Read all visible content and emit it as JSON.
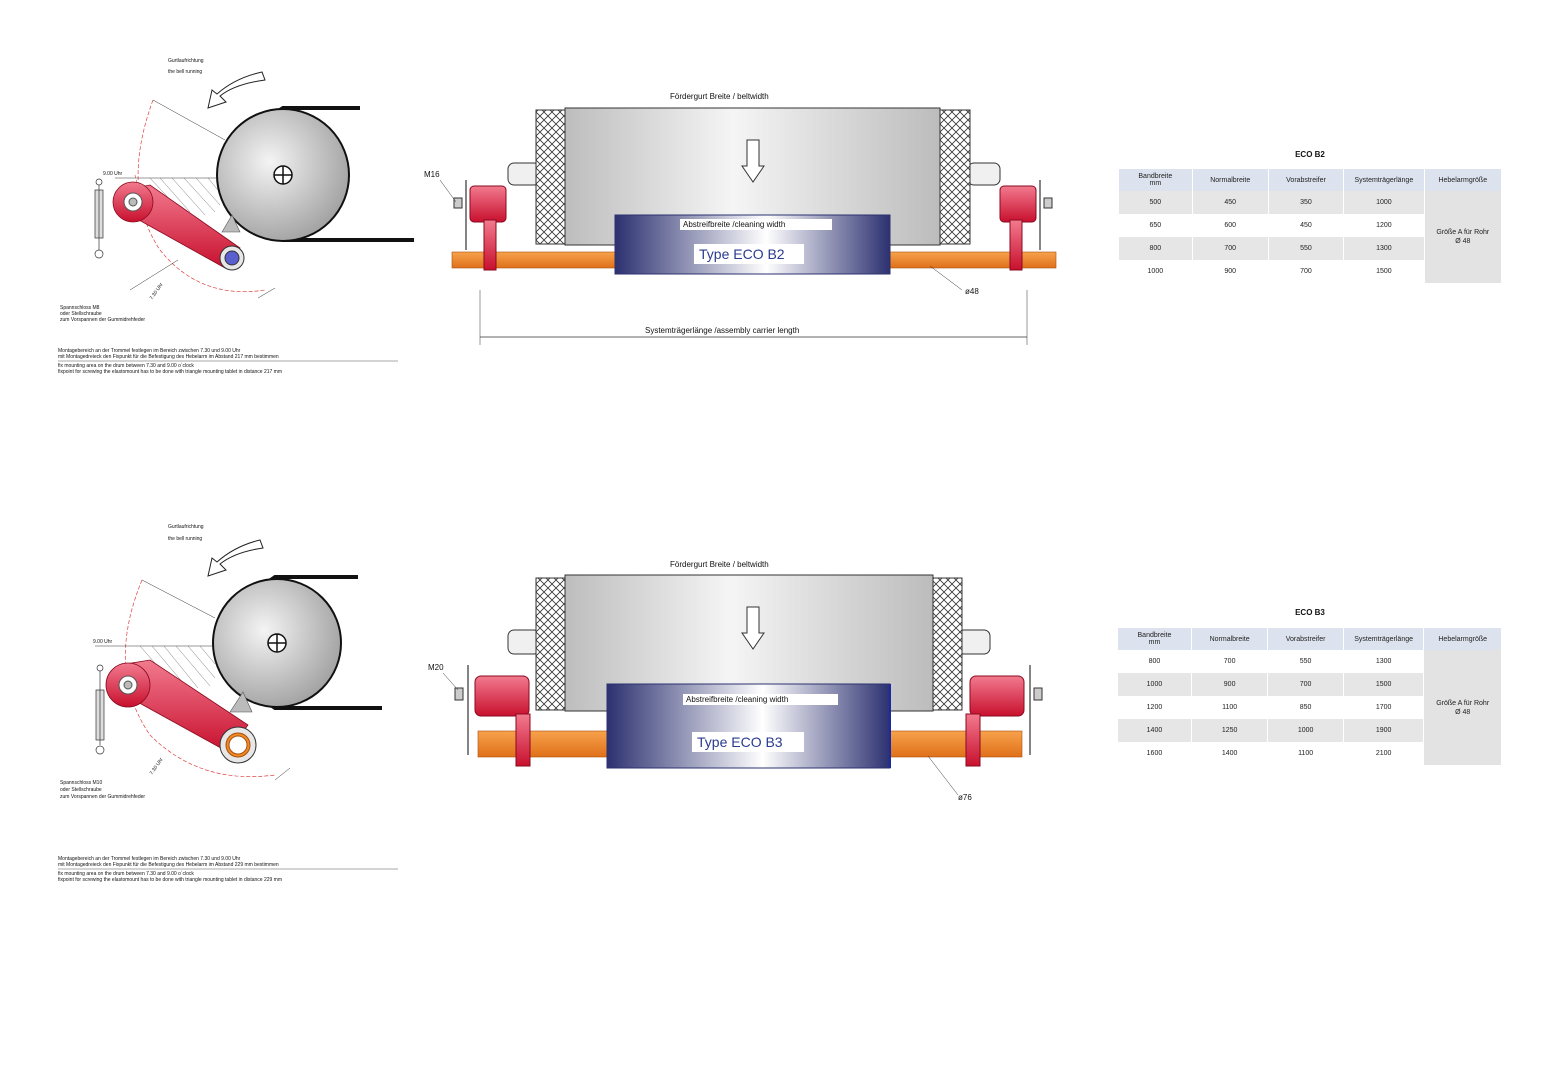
{
  "colors": {
    "orange": "#f08a24",
    "red": "#d8163a",
    "blade": "#2c3170",
    "gray": "#cfcfcf",
    "header": "#dde3ee"
  },
  "b2": {
    "direction_de": "Gurtlaufrichtung",
    "direction_en": "the bell running",
    "clock_9": "9.00 Uhr",
    "clock_730": "7.30 Uhr",
    "screw": [
      "Spannschloss M8",
      "oder Stellschraube",
      "zum Vorspannen der Gummidrehfeder"
    ],
    "note_de": [
      "Montagebereich an der Trommel festlegen im Bereich zwischen 7.30 und 9.00 Uhr",
      "mit Montagedreieck den Fixpunkt für die Befestigung des Hebelarm im Abstand 217 mm bestimmen"
    ],
    "note_en": [
      "fix mounting area on the drum between 7.30 and 9.00 o`clock",
      "fixpoint for screwing the elastomount has to be done with triangle mounting tablet in distance 217 mm"
    ],
    "beltwidth": "Fördergurt Breite / beltwidth",
    "bolt": "M16",
    "cleaning": "Abstreifbreite /cleaning width",
    "type": "Type ECO B2",
    "dia": "ø48",
    "carrier": "Systemträgerlänge /assembly carrier length",
    "table_title": "ECO B2",
    "headers": [
      "Bandbreite\nmm",
      "Normalbreite",
      "Vorabstreifer",
      "Systemträgerlänge",
      "Hebelarmgröße"
    ],
    "rows": [
      [
        "500",
        "450",
        "350",
        "1000"
      ],
      [
        "650",
        "600",
        "450",
        "1200"
      ],
      [
        "800",
        "700",
        "550",
        "1300"
      ],
      [
        "1000",
        "900",
        "700",
        "1500"
      ]
    ],
    "merged": "Größe A für Rohr\nØ 48"
  },
  "b3": {
    "direction_de": "Gurtlaufrichtung",
    "direction_en": "the bell running",
    "clock_9": "9.00 Uhr",
    "clock_730": "7.30 Uhr",
    "screw": [
      "Spannschloss M10",
      "oder Stellschraube",
      "zum Vorspannen der Gummidrehfeder"
    ],
    "note_de": [
      "Montagebereich an der Trommel festlegen im Bereich zwischen 7.30 und 9.00 Uhr",
      "mit Montagedreieck den Fixpunkt für die Befestigung des Hebelarm im Abstand 229 mm bestimmen"
    ],
    "note_en": [
      "fix mounting area on the drum between 7.30 and 9.00 o`clock",
      "fixpoint for screwing the elastomount has to be done with triangle mounting tablet in distance 229 mm"
    ],
    "beltwidth": "Fördergurt Breite / beltwidth",
    "bolt": "M20",
    "cleaning": "Abstreifbreite /cleaning width",
    "type": "Type ECO B3",
    "dia": "ø76",
    "table_title": "ECO B3",
    "headers": [
      "Bandbreite\nmm",
      "Normalbreite",
      "Vorabstreifer",
      "Systemträgerlänge",
      "Hebelarmgröße"
    ],
    "rows": [
      [
        "800",
        "700",
        "550",
        "1300"
      ],
      [
        "1000",
        "900",
        "700",
        "1500"
      ],
      [
        "1200",
        "1100",
        "850",
        "1700"
      ],
      [
        "1400",
        "1250",
        "1000",
        "1900"
      ],
      [
        "1600",
        "1400",
        "1100",
        "2100"
      ]
    ],
    "merged": "Größe A für Rohr\nØ 48"
  }
}
